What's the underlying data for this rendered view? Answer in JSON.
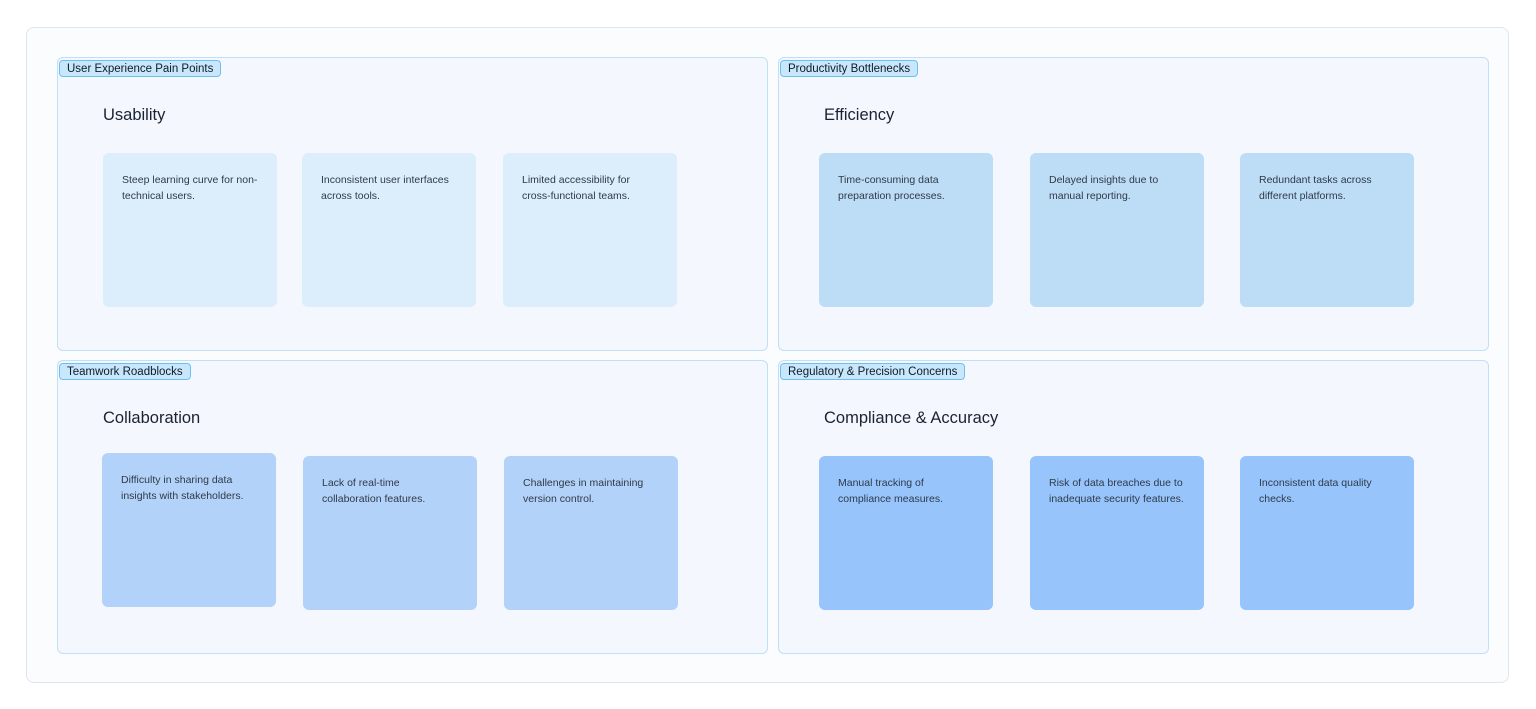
{
  "sections": [
    {
      "tag": "User Experience Pain Points",
      "heading": "Usability",
      "notes": [
        "Steep learning curve for non-technical users.",
        "Inconsistent user interfaces across tools.",
        "Limited accessibility for cross-functional teams."
      ],
      "color": "#dcedfc"
    },
    {
      "tag": "Productivity Bottlenecks",
      "heading": "Efficiency",
      "notes": [
        "Time-consuming data preparation processes.",
        "Delayed insights due to manual reporting.",
        "Redundant tasks across different platforms."
      ],
      "color": "#bddcf6"
    },
    {
      "tag": "Teamwork Roadblocks",
      "heading": "Collaboration",
      "notes": [
        "Difficulty in sharing data insights with stakeholders.",
        "Lack of real-time collaboration features.",
        "Challenges in maintaining version control."
      ],
      "color": "#b2d2f9"
    },
    {
      "tag": "Regulatory & Precision Concerns",
      "heading": "Compliance & Accuracy",
      "notes": [
        "Manual tracking of compliance measures.",
        "Risk of data breaches due to inadequate security features.",
        "Inconsistent data quality checks."
      ],
      "color": "#96c4fb"
    }
  ]
}
